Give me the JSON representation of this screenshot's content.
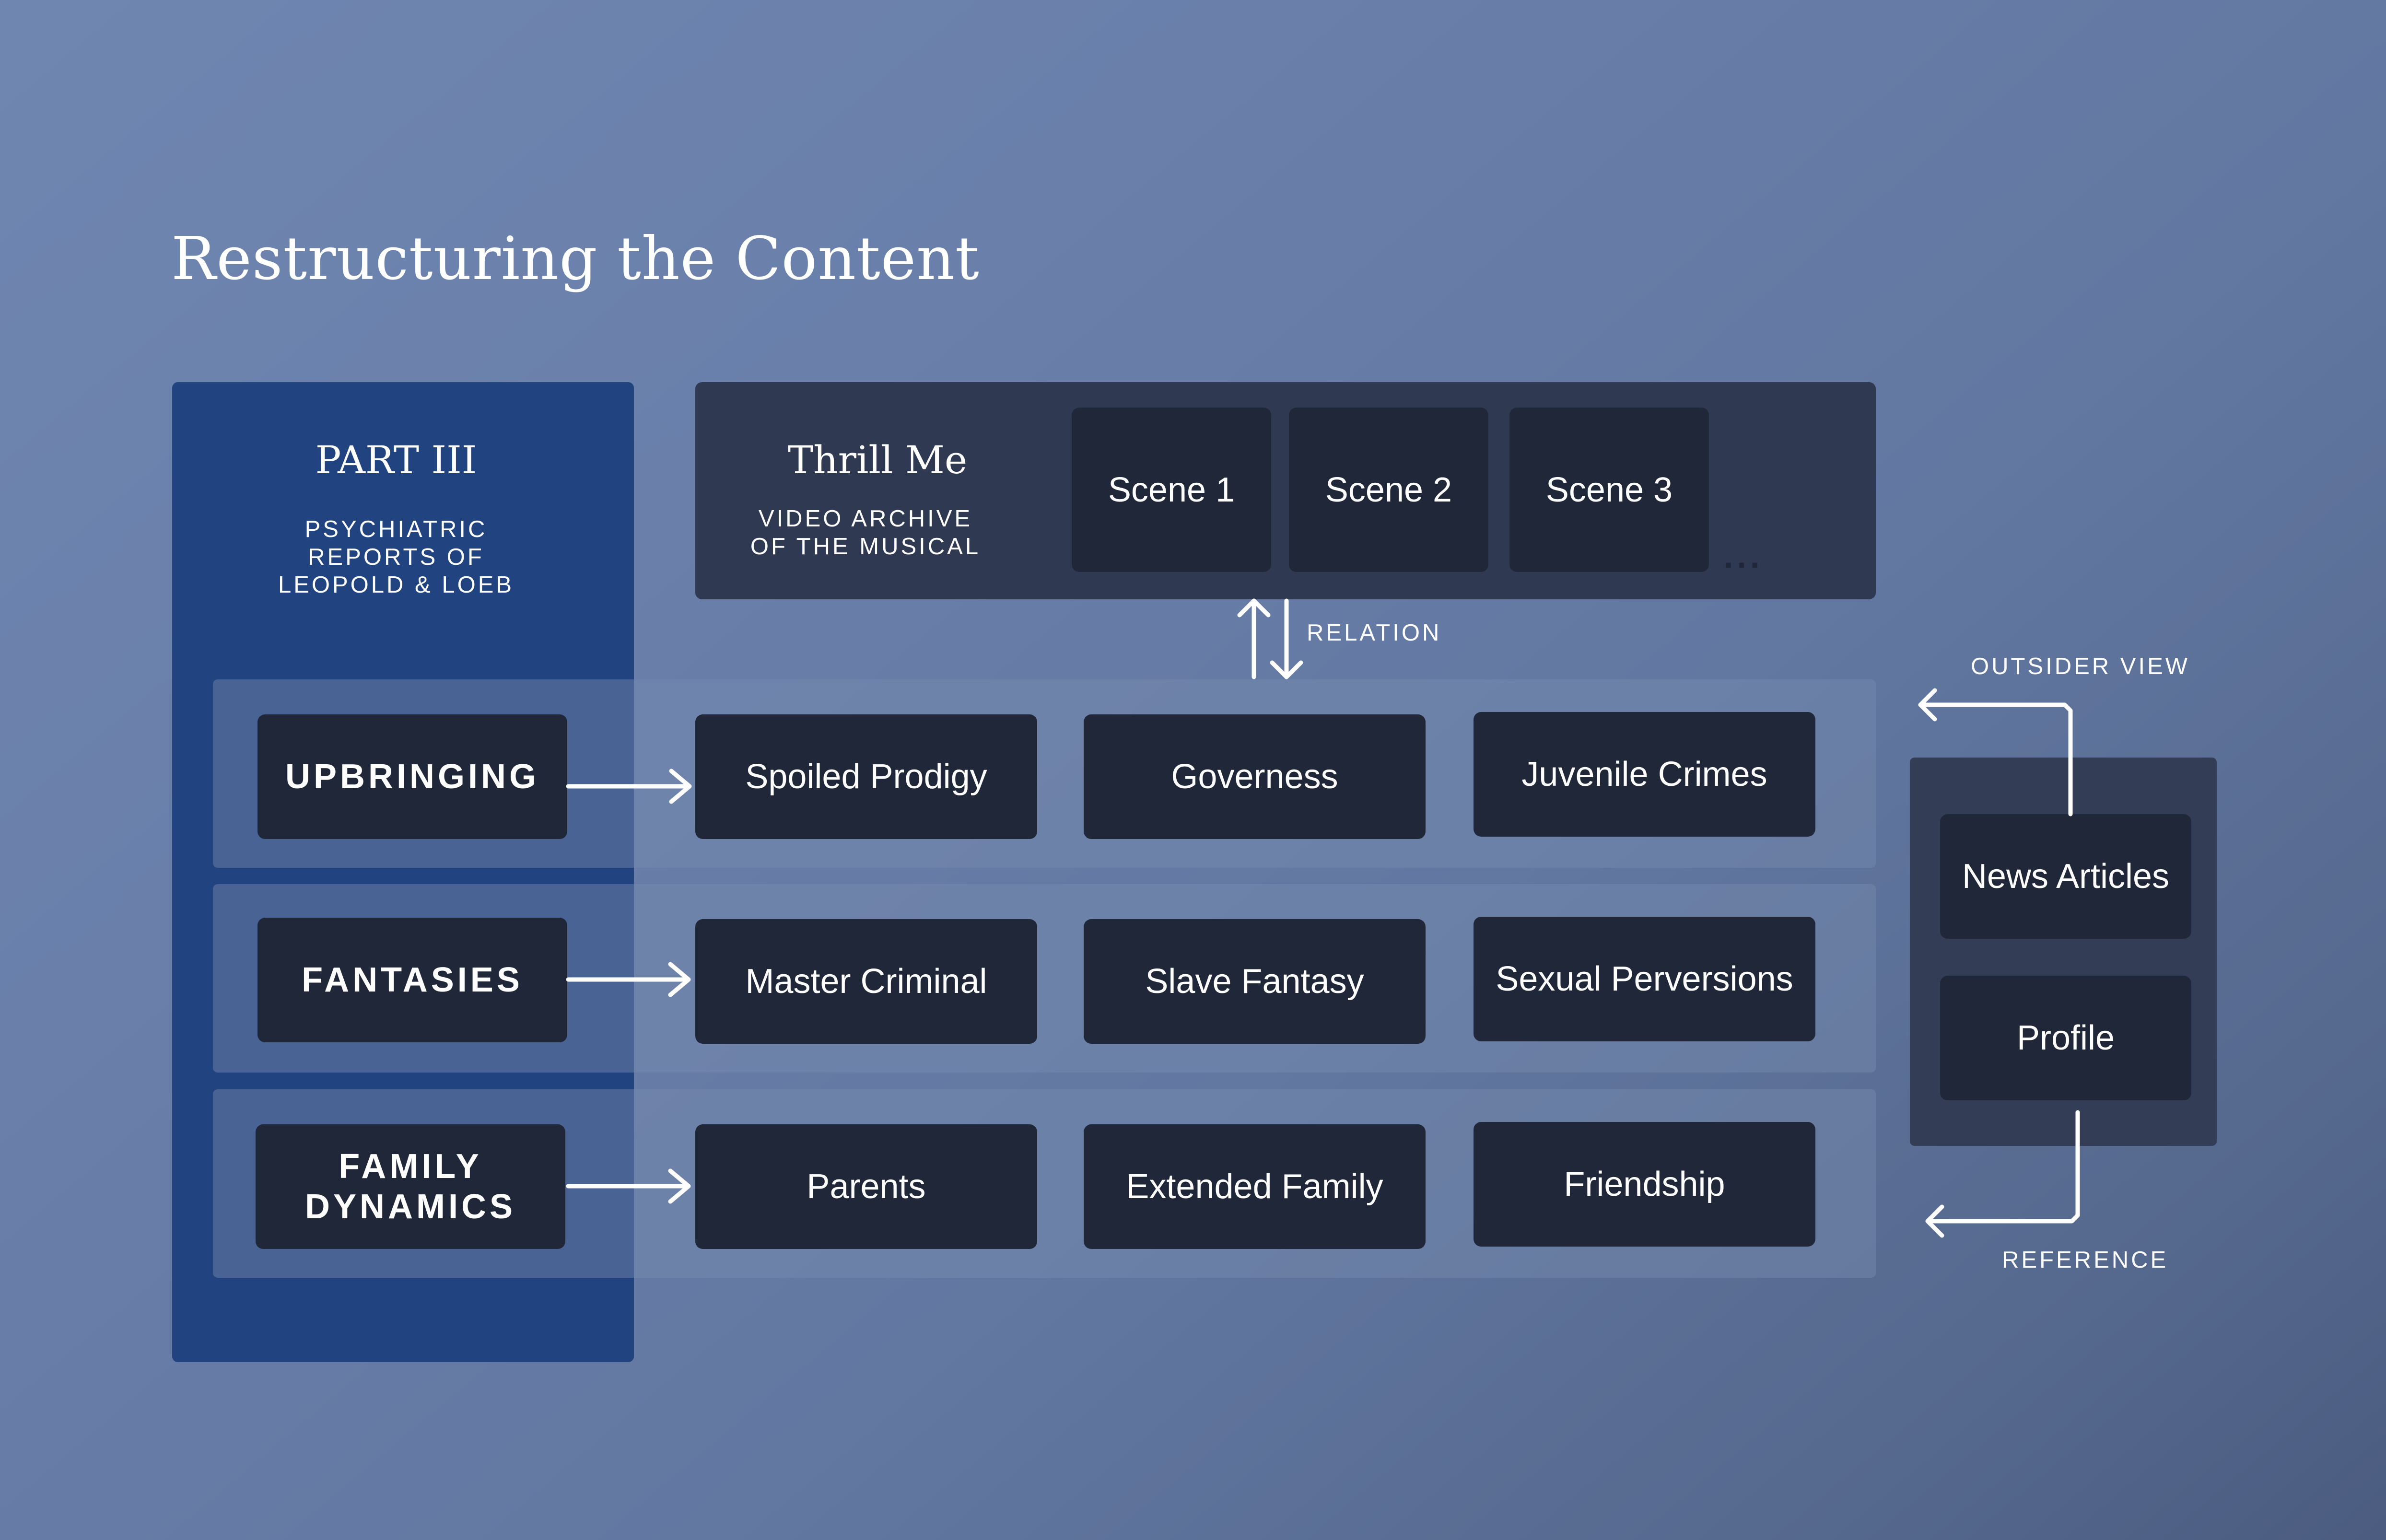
{
  "title": "Restructuring the Content",
  "part": {
    "title": "PART III",
    "subtitle": "PSYCHIATRIC\nREPORTS OF\nLEOPOLD & LOEB"
  },
  "video_archive": {
    "title": "Thrill Me",
    "subtitle": "VIDEO ARCHIVE\nOF THE MUSICAL",
    "scenes": [
      "Scene 1",
      "Scene 2",
      "Scene 3"
    ],
    "more": "..."
  },
  "relation_label": "RELATION",
  "rows": [
    {
      "category": "UPBRINGING",
      "items": [
        "Spoiled Prodigy",
        "Governess",
        "Juvenile Crimes"
      ]
    },
    {
      "category": "FANTASIES",
      "items": [
        "Master Criminal",
        "Slave Fantasy",
        "Sexual Perversions"
      ]
    },
    {
      "category": "FAMILY\nDYNAMICS",
      "items": [
        "Parents",
        "Extended Family",
        "Friendship"
      ]
    }
  ],
  "outsider": {
    "top_label": "OUTSIDER VIEW",
    "items": [
      "News Articles",
      "Profile"
    ],
    "bottom_label": "REFERENCE"
  },
  "colors": {
    "background": "#6a80ab",
    "part_panel": "#21437f",
    "dark_box": "#1f2738",
    "video_panel": "#2f3a52",
    "text": "#ffffff"
  }
}
